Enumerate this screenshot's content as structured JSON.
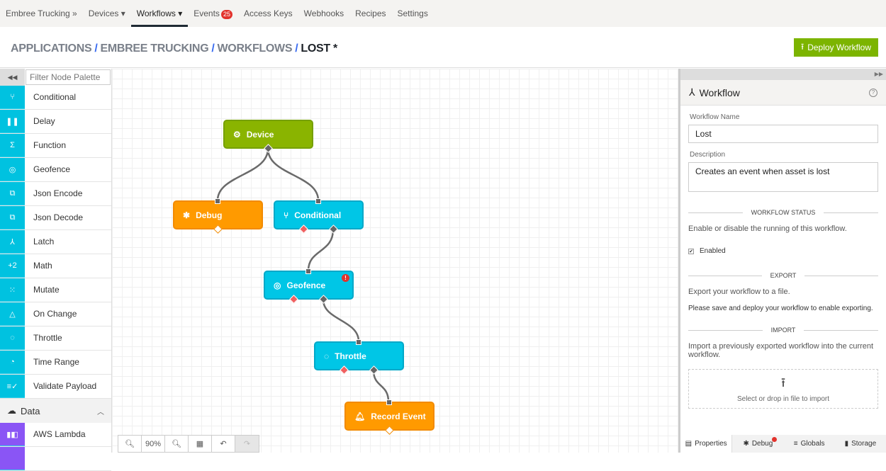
{
  "nav": {
    "items": [
      {
        "label": "Embree Trucking »"
      },
      {
        "label": "Devices ▾"
      },
      {
        "label": "Workflows ▾"
      },
      {
        "label": "Events",
        "badge": "25"
      },
      {
        "label": "Access Keys"
      },
      {
        "label": "Webhooks"
      },
      {
        "label": "Recipes"
      },
      {
        "label": "Settings"
      }
    ],
    "active": "Workflows"
  },
  "breadcrumb": {
    "items": [
      "APPLICATIONS",
      "EMBREE TRUCKING",
      "WORKFLOWS"
    ],
    "current": "LOST *",
    "sep": "/"
  },
  "deploy_label": "Deploy Workflow",
  "palette": {
    "filter_placeholder": "Filter Node Palette",
    "items": [
      {
        "label": "Conditional",
        "icon": "⑂"
      },
      {
        "label": "Delay",
        "icon": "❚❚"
      },
      {
        "label": "Function",
        "icon": "Σ"
      },
      {
        "label": "Geofence",
        "icon": "◎"
      },
      {
        "label": "Json Encode",
        "icon": "⧉"
      },
      {
        "label": "Json Decode",
        "icon": "⧉"
      },
      {
        "label": "Latch",
        "icon": "⅄"
      },
      {
        "label": "Math",
        "icon": "+2"
      },
      {
        "label": "Mutate",
        "icon": "⁙"
      },
      {
        "label": "On Change",
        "icon": "△"
      },
      {
        "label": "Throttle",
        "icon": "◌"
      },
      {
        "label": "Time Range",
        "icon": "◔"
      },
      {
        "label": "Validate Payload",
        "icon": "≡✓"
      }
    ],
    "group": {
      "label": "Data"
    },
    "data_items": [
      {
        "label": "AWS Lambda",
        "icon": "▮◧"
      }
    ]
  },
  "nodes": {
    "device": "Device",
    "debug": "Debug",
    "conditional": "Conditional",
    "geofence": "Geofence",
    "throttle": "Throttle",
    "record_event": "Record Event"
  },
  "zoom": {
    "level": "90%"
  },
  "panel": {
    "title": "Workflow",
    "name_label": "Workflow Name",
    "name_value": "Lost",
    "desc_label": "Description",
    "desc_value": "Creates an event when asset is lost",
    "status_heading": "WORKFLOW STATUS",
    "status_text": "Enable or disable the running of this workflow.",
    "enabled_label": "Enabled",
    "enabled": true,
    "export_heading": "EXPORT",
    "export_text": "Export your workflow to a file.",
    "export_note": "Please save and deploy your workflow to enable exporting.",
    "import_heading": "IMPORT",
    "import_text": "Import a previously exported workflow into the current workflow.",
    "drop_text": "Select or drop in file to import",
    "tabs": [
      {
        "label": "Properties"
      },
      {
        "label": "Debug"
      },
      {
        "label": "Globals"
      },
      {
        "label": "Storage"
      }
    ]
  },
  "colors": {
    "accent": "#00c2e0",
    "device": "#8ab400",
    "output": "#ff9a00",
    "deploy": "#7cb400",
    "badge": "#e2322c"
  }
}
